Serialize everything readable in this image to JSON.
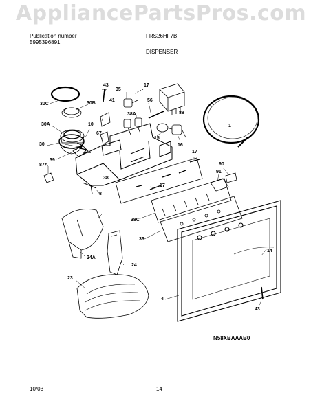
{
  "watermark": "AppliancePartsPros.com",
  "header": {
    "publication_label": "Publication number",
    "publication_number": "5995396891",
    "model": "FRS26HF7B",
    "section": "DISPENSER"
  },
  "diagram": {
    "code": "N58XBAAAB0",
    "part_labels": [
      "43",
      "17",
      "35",
      "41",
      "56",
      "30C",
      "30B",
      "88",
      "38A",
      "30A",
      "10",
      "67",
      "1",
      "15",
      "16",
      "30",
      "39",
      "17",
      "87A",
      "90",
      "38",
      "91",
      "8",
      "17",
      "38C",
      "14",
      "36",
      "24A",
      "24",
      "23",
      "4",
      "43"
    ]
  },
  "footer": {
    "date": "10/03",
    "page": "14"
  },
  "colors": {
    "ink": "#000000",
    "watermark": "#dcdcdc",
    "background": "#ffffff"
  }
}
